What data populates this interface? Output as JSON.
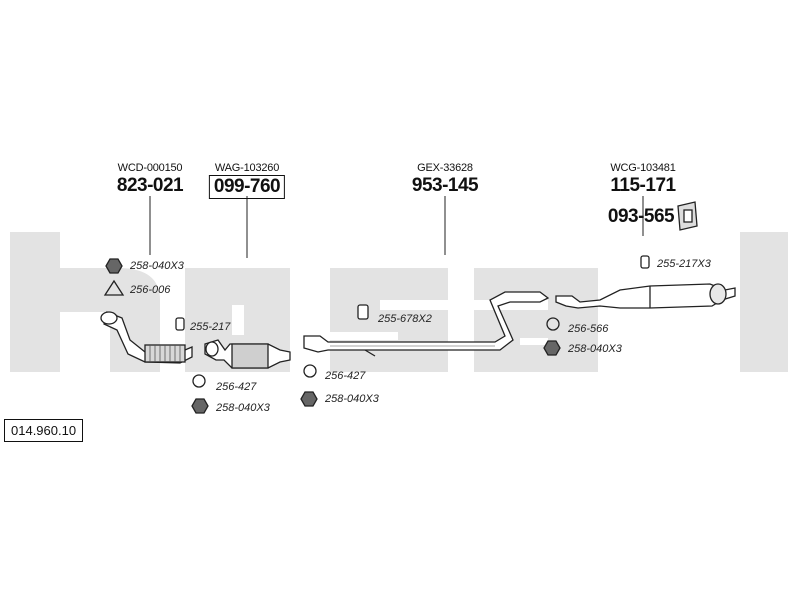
{
  "watermark": "bosal",
  "reference_number": "014.960.10",
  "codes": {
    "front_pipe": "WCD-000150",
    "catalyst": "WAG-103260",
    "middle_pipe": "GEX-33628",
    "rear_silencer": "WCG-103481"
  },
  "part_numbers": {
    "front_pipe": "823-021",
    "catalyst": "099-760",
    "middle_pipe": "953-145",
    "rear_silencer": "115-171",
    "mounting_kit": "093-565"
  },
  "accessory_labels": {
    "front_nut": "258-040X3",
    "front_gasket": "256-006",
    "front_hanger": "255-217",
    "cat_gasket": "256-427",
    "cat_nut": "258-040X3",
    "mid_gasket": "256-427",
    "mid_nut": "258-040X3",
    "mid_hanger": "255-678X2",
    "rear_hanger": "255-217X3",
    "rear_gasket": "256-566",
    "rear_nut": "258-040X3"
  }
}
